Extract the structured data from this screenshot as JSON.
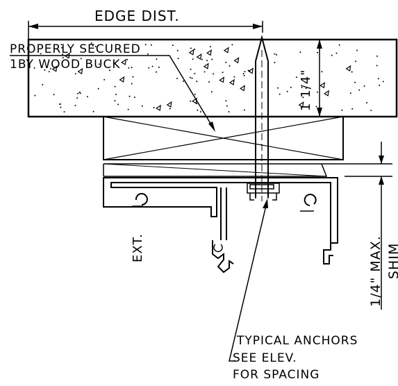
{
  "labels": {
    "edge_dist": "EDGE DIST.",
    "wood_buck_line1": "PROPERLY SECURED",
    "wood_buck_line2": "1BY WOOD BUCK",
    "embed_depth": "1 1/4\"",
    "ext": "EXT.",
    "shim_max": "1/4\" MAX.",
    "shim": "SHIM",
    "anchors_line1": "TYPICAL ANCHORS",
    "anchors_line2": "SEE ELEV.",
    "anchors_line3": "FOR SPACING"
  },
  "colors": {
    "ink": "#000000",
    "paper": "#ffffff"
  }
}
